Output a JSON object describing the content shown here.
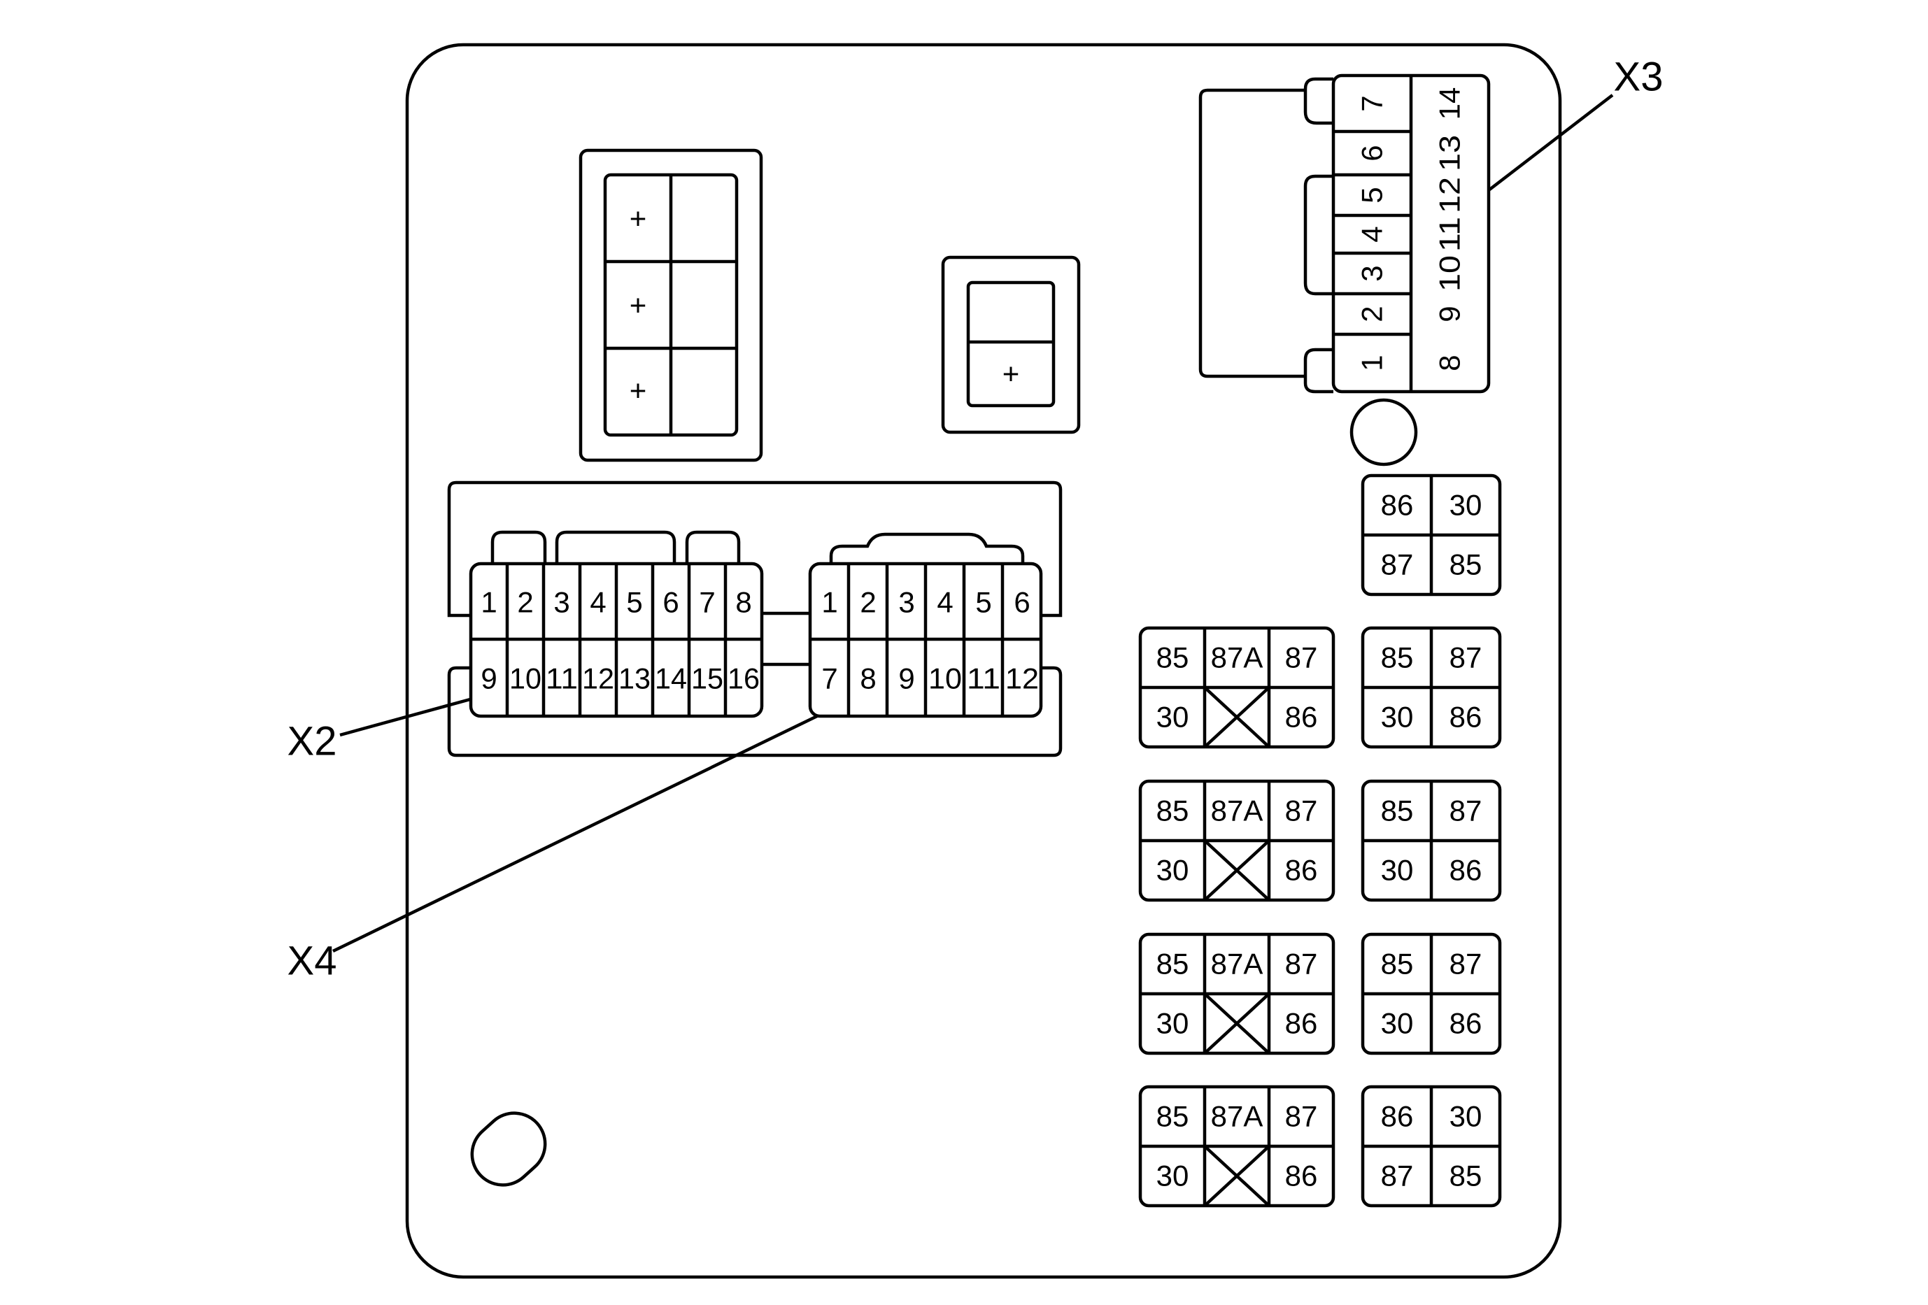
{
  "callouts": {
    "x2": "X2",
    "x3": "X3",
    "x4": "X4"
  },
  "fuse_block": {
    "plus": "+"
  },
  "x2_connector": {
    "row1": [
      "1",
      "2",
      "3",
      "4",
      "5",
      "6",
      "7",
      "8"
    ],
    "row2": [
      "9",
      "10",
      "11",
      "12",
      "13",
      "14",
      "15",
      "16"
    ]
  },
  "x4_connector": {
    "row1": [
      "1",
      "2",
      "3",
      "4",
      "5",
      "6"
    ],
    "row2": [
      "7",
      "8",
      "9",
      "10",
      "11",
      "12"
    ]
  },
  "x3_connector": {
    "col1": [
      "7",
      "6",
      "5",
      "4",
      "3",
      "2",
      "1"
    ],
    "col2": [
      "14",
      "13",
      "12",
      "11",
      "10",
      "9",
      "8"
    ]
  },
  "relay_3col": {
    "t85": "85",
    "t87a": "87A",
    "t87": "87",
    "t30": "30",
    "t86": "86"
  },
  "relay_2x2_a": {
    "tl": "86",
    "tr": "30",
    "bl": "87",
    "br": "85"
  },
  "relay_2x2_b": {
    "tl": "85",
    "tr": "87",
    "bl": "30",
    "br": "86"
  }
}
